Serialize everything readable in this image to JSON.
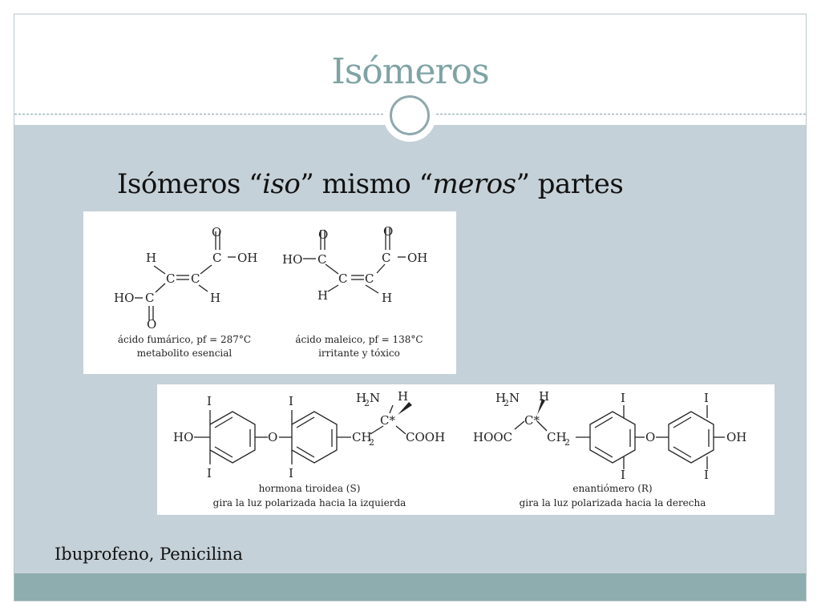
{
  "slide": {
    "title": "Isómeros",
    "subtitle": {
      "part1": "Isómeros “",
      "iso": "iso",
      "part2": "” mismo “",
      "meros": "meros",
      "part3": "” partes"
    },
    "footer": "Ibuprofeno, Penicilina"
  },
  "figure1": {
    "fumaric": {
      "caption_line1": "ácido fumárico, pf = 287°C",
      "caption_line2": "metabolito esencial"
    },
    "maleic": {
      "caption_line1": "ácido maleico, pf = 138°C",
      "caption_line2": "irritante y tóxico"
    },
    "atoms": {
      "O": "O",
      "OH": "OH",
      "HO": "HO",
      "H": "H",
      "C": "C"
    }
  },
  "figure2": {
    "left": {
      "caption_line1": "hormona tiroidea (S)",
      "caption_line2": "gira la luz polarizada hacia la izquierda"
    },
    "right": {
      "caption_line1": "enantiómero (R)",
      "caption_line2": "gira la luz polarizada hacia la derecha"
    },
    "atoms": {
      "I": "I",
      "HO": "HO",
      "O": "O",
      "OH": "OH",
      "H": "H",
      "Cstar": "C*",
      "COOH": "COOH",
      "HOOC": "HOOC",
      "N": "N",
      "sub2": "2",
      "CH": "CH"
    }
  }
}
